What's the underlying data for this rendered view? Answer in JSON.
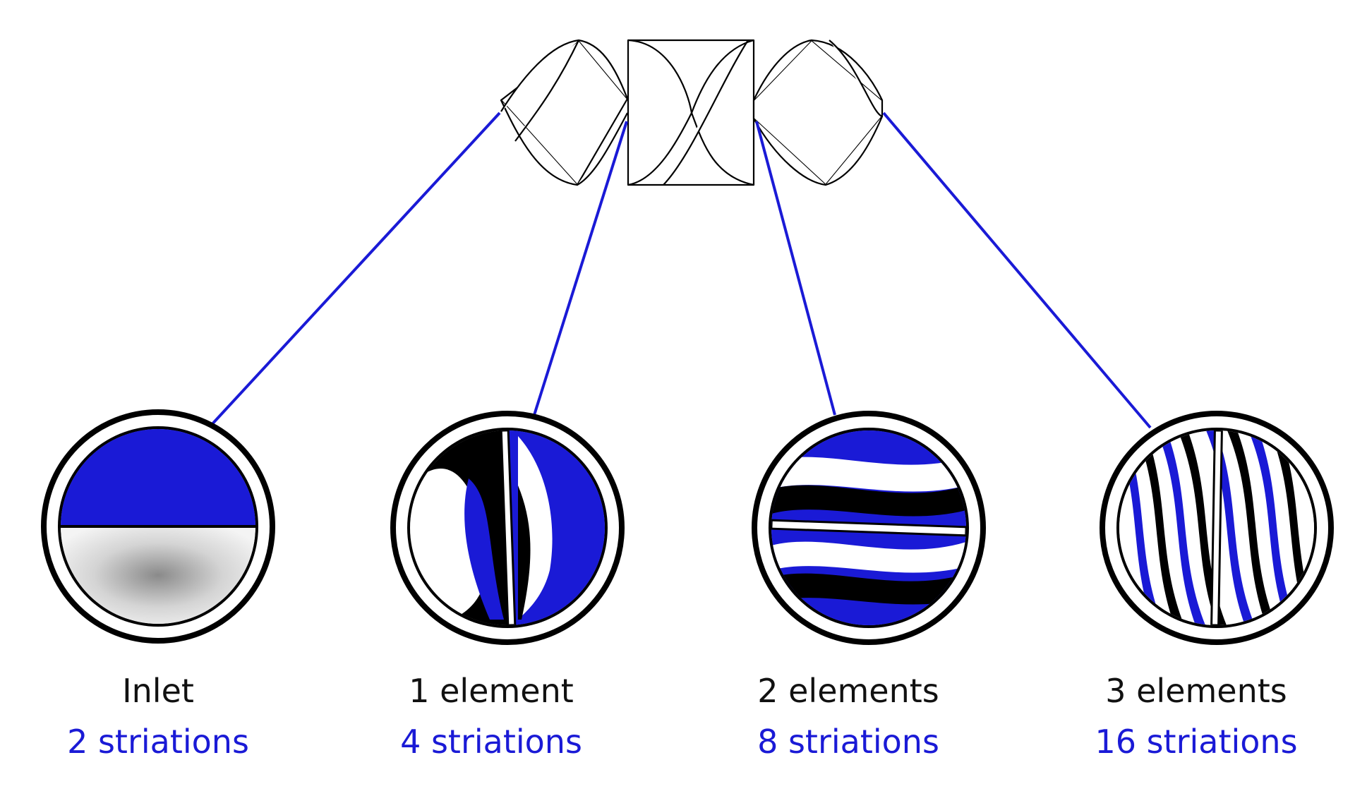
{
  "colors": {
    "accent": "#1a1ad6",
    "ink": "#000000",
    "background": "#ffffff",
    "label": "#111111"
  },
  "mixer": {
    "element_count": 3
  },
  "stages": [
    {
      "label": "Inlet",
      "striations": "2 striations",
      "pattern_divider": "none",
      "striation_count": 2
    },
    {
      "label": "1 element",
      "striations": "4 striations",
      "pattern_divider": "vertical",
      "striation_count": 4
    },
    {
      "label": "2 elements",
      "striations": "8 striations",
      "pattern_divider": "horizontal",
      "striation_count": 8
    },
    {
      "label": "3 elements",
      "striations": "16 striations",
      "pattern_divider": "vertical",
      "striation_count": 16
    }
  ]
}
